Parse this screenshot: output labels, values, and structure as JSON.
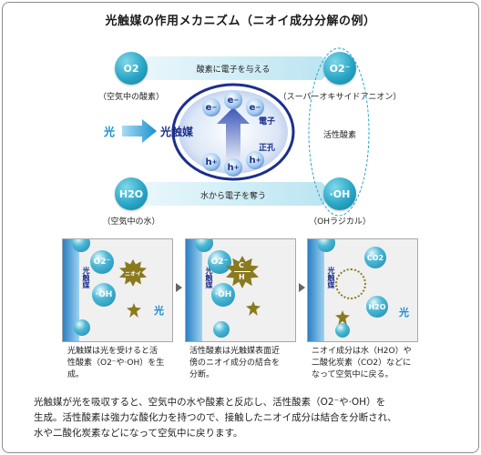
{
  "title": "光触媒の作用メカニズム（ニオイ成分分解の例）",
  "top": {
    "o2_symbol": "O2",
    "o2_label": "（空気中の酸素）",
    "h2o_symbol": "H2O",
    "h2o_label": "（空気中の水）",
    "superoxide_symbol": "O2⁻",
    "superoxide_label": "（スーパーオキサイドアニオン）",
    "oh_symbol": "·OH",
    "oh_label": "（OHラジカル）",
    "arrow_top_label": "酸素に電子を与える",
    "arrow_bottom_label": "水から電子を奪う",
    "light_label": "光",
    "photocatalyst_label": "光触媒",
    "electron_label": "電子",
    "hole_label": "正孔",
    "active_oxygen_label": "活性酸素",
    "electron_symbol": "e",
    "hole_symbol": "h"
  },
  "panels": [
    {
      "side_label": "光触媒",
      "light_label": "光",
      "o2_symbol": "O2⁻",
      "oh_symbol": "·OH",
      "odor_label": "ニオイ",
      "caption": [
        "光触媒は光を受けると活",
        "性酸素（O2⁻や·OH）を生",
        "成。"
      ]
    },
    {
      "side_label": "光触媒",
      "o2_symbol": "O2⁻",
      "oh_symbol": "·OH",
      "bond_c": "C",
      "bond_h": "H",
      "caption": [
        "活性酸素は光触媒表面近",
        "傍のニオイ成分の結合を",
        "分断。"
      ]
    },
    {
      "side_label": "光触媒",
      "light_label": "光",
      "co2_symbol": "CO2",
      "h2o_symbol": "H2O",
      "caption": [
        "ニオイ成分は水（H2O）や",
        "二酸化炭素（CO2）などに",
        "なって空気中に戻る。"
      ]
    }
  ],
  "bottom_text": [
    "光触媒が光を吸収すると、空気中の水や酸素と反応し、活性酸素（O2⁻や·OH）を",
    "生成。活性酸素は強力な酸化力を持つので、接触したニオイ成分は結合を分断され、",
    "水や二酸化炭素などになって空気中に戻ります。"
  ],
  "colors": {
    "teal": "#2aa6c6",
    "navy": "#1c2f8c",
    "odor": "#8a7a1e",
    "arrow_blue": "#1a90d0",
    "light_band": "#cdeef7"
  }
}
